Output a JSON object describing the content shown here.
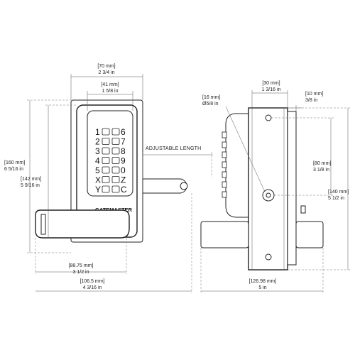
{
  "front_view": {
    "dims": {
      "width_outer": {
        "mm": "[70 mm]",
        "in": "2 3/4 in"
      },
      "width_keypad": {
        "mm": "[41 mm]",
        "in": "1 5/8 in"
      },
      "height_total": {
        "mm": "[160 mm]",
        "in": "6 5/16 in"
      },
      "height_keypad": {
        "mm": "[142 mm]",
        "in": "5 9/16 in"
      },
      "lever_length": {
        "mm": "[88.75 mm]",
        "in": "3 1/2 in"
      },
      "overall_width": {
        "mm": "[106.5 mm]",
        "in": "4 3/16 in"
      }
    },
    "adjustable_label": "ADJUSTABLE LENGTH",
    "brand": "GATEMASTER",
    "keys_left": [
      "1",
      "2",
      "3",
      "4",
      "5",
      "X",
      "Y"
    ],
    "keys_right": [
      "6",
      "7",
      "8",
      "9",
      "0",
      "Z",
      "C"
    ]
  },
  "side_view": {
    "dims": {
      "plate_width": {
        "mm": "[30 mm]",
        "in": "1 3/16 in"
      },
      "hole_dia": {
        "mm": "[16 mm]",
        "in": "Ø5/8 in"
      },
      "edge_offset": {
        "mm": "[10 mm]",
        "in": "3/8 in"
      },
      "spindle_height": {
        "mm": "[80 mm]",
        "in": "3 1/8 in"
      },
      "lower_height": {
        "mm": "[140 mm]",
        "in": "5 1/2 in"
      },
      "overall_depth": {
        "mm": "[126.98 mm]",
        "in": "5 in"
      }
    }
  }
}
